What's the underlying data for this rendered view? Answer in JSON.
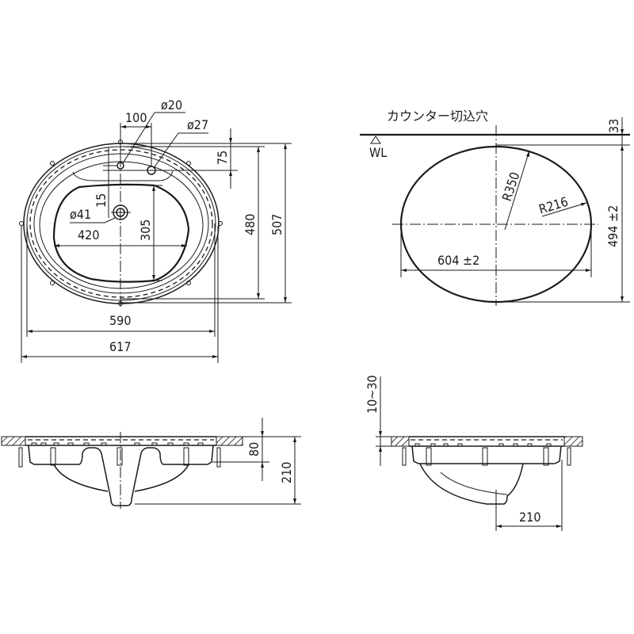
{
  "top_view": {
    "dims": {
      "faucet_offset": "100",
      "hole_small": "ø20",
      "hole_large": "ø27",
      "hole_depth": "75",
      "drain": "ø41",
      "drain_offset": "15",
      "bowl_width": "420",
      "bowl_depth": "305",
      "inner_depth": "480",
      "outer_depth": "507",
      "inner_width": "590",
      "outer_width": "617"
    }
  },
  "cutout_view": {
    "title": "カウンター切込穴",
    "water_level": "WL",
    "dims": {
      "top_offset": "33",
      "radius_large": "R350",
      "radius_small": "R216",
      "width": "604 ±2",
      "depth": "494 ±2"
    }
  },
  "front_section": {
    "dims": {
      "rim_height": "80",
      "total_height": "210"
    }
  },
  "side_section": {
    "dims": {
      "counter_thickness": "10~30",
      "drain_offset": "210"
    }
  },
  "colors": {
    "line": "#1a1a1a",
    "background": "#ffffff"
  }
}
